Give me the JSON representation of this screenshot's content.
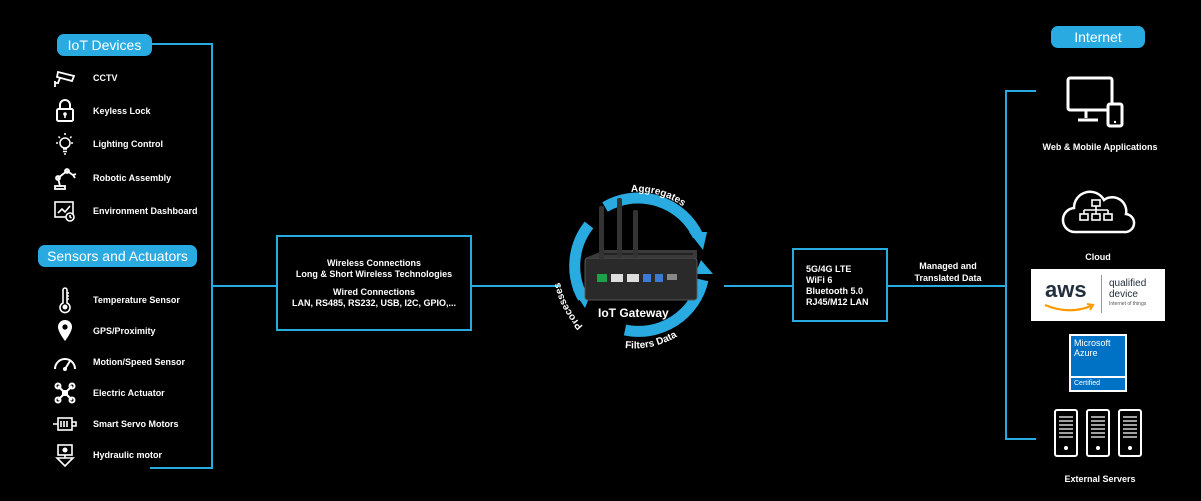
{
  "iot_devices": {
    "heading": "IoT Devices",
    "items": [
      {
        "label": "CCTV",
        "icon": "cctv-icon"
      },
      {
        "label": "Keyless Lock",
        "icon": "lock-icon"
      },
      {
        "label": "Lighting Control",
        "icon": "lightbulb-icon"
      },
      {
        "label": "Robotic Assembly",
        "icon": "robot-arm-icon"
      },
      {
        "label": "Environment Dashboard",
        "icon": "dashboard-icon"
      }
    ]
  },
  "sensors": {
    "heading": "Sensors and Actuators",
    "items": [
      {
        "label": "Temperature Sensor",
        "icon": "thermometer-icon"
      },
      {
        "label": "GPS/Proximity",
        "icon": "location-pin-icon"
      },
      {
        "label": "Motion/Speed Sensor",
        "icon": "speedometer-icon"
      },
      {
        "label": "Electric Actuator",
        "icon": "actuator-icon"
      },
      {
        "label": "Smart Servo Motors",
        "icon": "servo-motor-icon"
      },
      {
        "label": "Hydraulic motor",
        "icon": "hydraulic-motor-icon"
      }
    ]
  },
  "connections_box": {
    "wireless_title": "Wireless Connections",
    "wireless_desc": "Long & Short Wireless Technologies",
    "wired_title": "Wired Connections",
    "wired_desc": "LAN, RS485, RS232, USB, I2C, GPIO,..."
  },
  "gateway": {
    "label": "IoT Gateway",
    "cycle": [
      "Aggregates",
      "Processes",
      "Filters Data"
    ]
  },
  "network_box": {
    "lines": [
      "5G/4G LTE",
      "WiFi 6",
      "Bluetooth 5.0",
      "RJ45/M12 LAN"
    ]
  },
  "link_label": {
    "line1": "Managed and",
    "line2": "Translated Data"
  },
  "internet": {
    "heading": "Internet",
    "web_mobile": "Web & Mobile Applications",
    "cloud": "Cloud",
    "aws": {
      "brand": "aws",
      "line1": "qualified",
      "line2": "device",
      "line3": "Internet of things"
    },
    "azure": {
      "line1": "Microsoft",
      "line2": "Azure",
      "line3": "Certified"
    },
    "servers": "External Servers"
  },
  "colors": {
    "accent": "#29abe2",
    "background": "#000000",
    "text": "#ffffff"
  }
}
